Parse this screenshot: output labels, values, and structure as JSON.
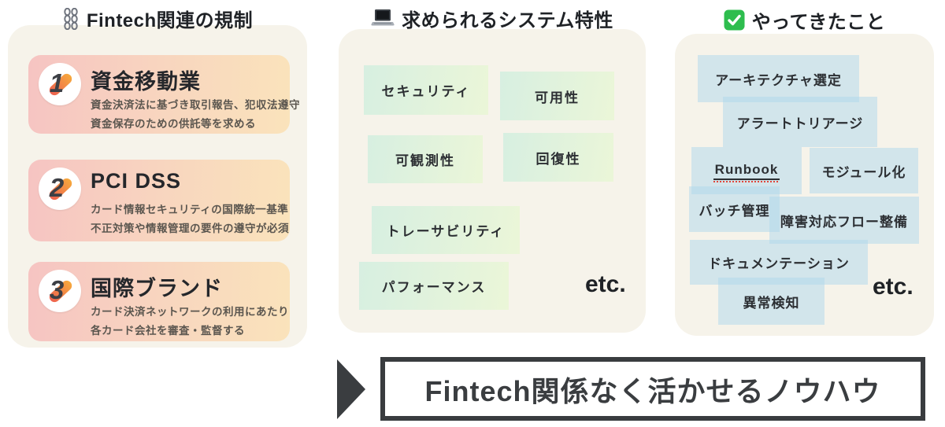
{
  "colors": {
    "panel_background": "#f6f3ea",
    "card_gradient_start": "#f6c4c2",
    "card_gradient_end": "#fae3bb",
    "green_tag_start": "#d7efe1",
    "green_tag_end": "#ebf6d8",
    "blue_tag": "#add8ec",
    "text_dark": "#25272b",
    "description_text": "#5b564f",
    "badge_swoosh_start": "#ee6150",
    "badge_swoosh_end": "#f6a93c",
    "banner_border": "#393c3f",
    "check_icon_green": "#2ebd4e"
  },
  "left_column": {
    "header": {
      "icon": "chains-icon",
      "title": "Fintech関連の規制"
    },
    "cards": [
      {
        "number": "1",
        "title": "資金移動業",
        "description_line1": "資金決済法に基づき取引報告、犯収法遵守",
        "description_line2": "資金保存のための供託等を求める"
      },
      {
        "number": "2",
        "title": "PCI DSS",
        "description_line1": "カード情報セキュリティの国際統一基準",
        "description_line2": "不正対策や情報管理の要件の遵守が必須"
      },
      {
        "number": "3",
        "title": "国際ブランド",
        "description_line1": "カード決済ネットワークの利用にあたり",
        "description_line2": "各カード会社を審査・監督する"
      }
    ]
  },
  "middle_column": {
    "header": {
      "icon": "laptop-icon",
      "title": "求められるシステム特性"
    },
    "tags": [
      "セキュリティ",
      "可用性",
      "可観測性",
      "回復性",
      "トレーサビリティ",
      "パフォーマンス"
    ],
    "etc_label": "etc."
  },
  "right_column": {
    "header": {
      "icon": "check-icon",
      "title": "やってきたこと"
    },
    "tags": [
      "アーキテクチャ選定",
      "アラートトリアージ",
      "Runbook",
      "モジュール化",
      "バッチ管理",
      "障害対応フロー整備",
      "ドキュメンテーション",
      "異常検知"
    ],
    "etc_label": "etc."
  },
  "banner": {
    "text": "Fintech関係なく活かせるノウハウ"
  }
}
